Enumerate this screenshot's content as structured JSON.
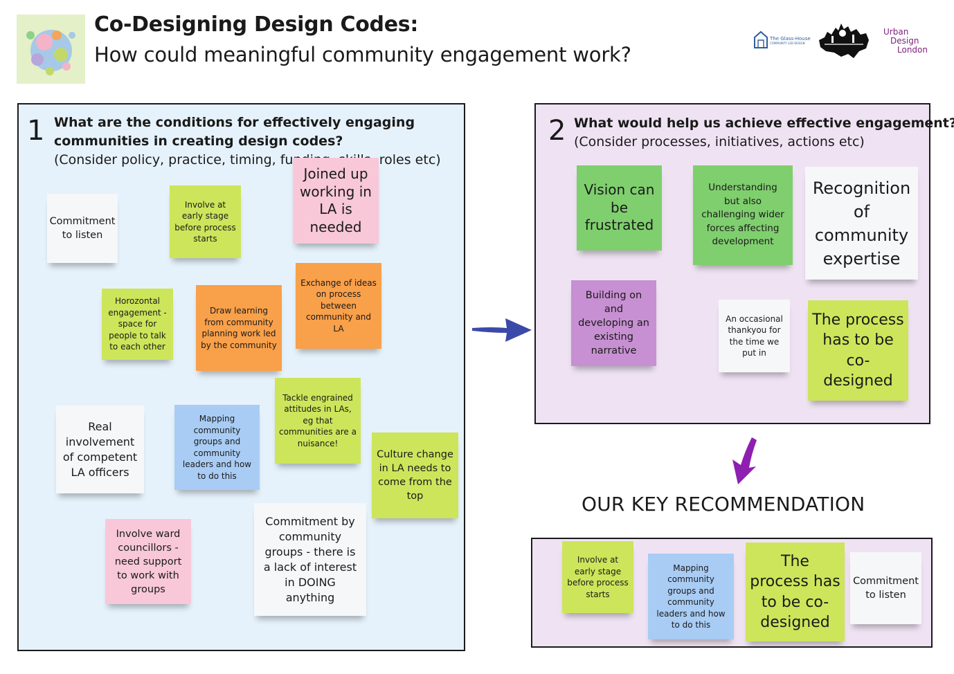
{
  "header": {
    "title": "Co-Designing Design Codes:",
    "subtitle": "How could meaningful community engagement work?",
    "logos": {
      "glass_house": "The Glass-House",
      "glass_house_sub": "COMMUNITY LED DESIGN",
      "udl_lines": [
        "Urban",
        "Design",
        "London"
      ]
    }
  },
  "panel1": {
    "number": "1",
    "question_lines": [
      "What are the conditions for effectively engaging",
      "communities in creating design codes?"
    ],
    "note_line": "(Consider policy, practice, timing, funding, skills, roles etc)",
    "notes": [
      "Commitment to listen",
      "Involve at early stage before process starts",
      "Joined up working in LA is needed",
      "Horozontal engagement - space for people to talk to each other",
      "Draw learning from community planning work led by the community",
      "Exchange of ideas on process between community and LA",
      "Real involvement of competent LA officers",
      "Mapping community groups and community leaders and how to do this",
      "Tackle engrained attitudes in LAs, eg that communities are a nuisance!",
      "Culture change in LA needs to come from the top",
      "Involve ward councillors - need support to work with groups",
      "Commitment by community groups - there is a lack of interest in DOING anything"
    ]
  },
  "panel2": {
    "number": "2",
    "question": "What would help us achieve effective engagement?",
    "note_line": "(Consider processes, initiatives, actions etc)",
    "notes": [
      "Vision can be frustrated",
      "Understanding but also challenging wider forces affecting development",
      "Recognition of community expertise",
      "Building on and developing an existing narrative",
      "An occasional thankyou for the time we put in",
      "The process has to be co-designed"
    ]
  },
  "recommendation": {
    "heading": "OUR KEY RECOMMENDATION",
    "notes": [
      "Involve at early stage before process starts",
      "Mapping community groups and community leaders and how to do this",
      "The process has to be co-designed",
      "Commitment to listen"
    ]
  },
  "colors": {
    "panel1_bg": "#e6f2fb",
    "panel2_bg": "#efe3f3",
    "arrow_blue": "#3b4aa8",
    "arrow_purple": "#8e1fb0",
    "udl_purple": "#7a1f7a"
  }
}
